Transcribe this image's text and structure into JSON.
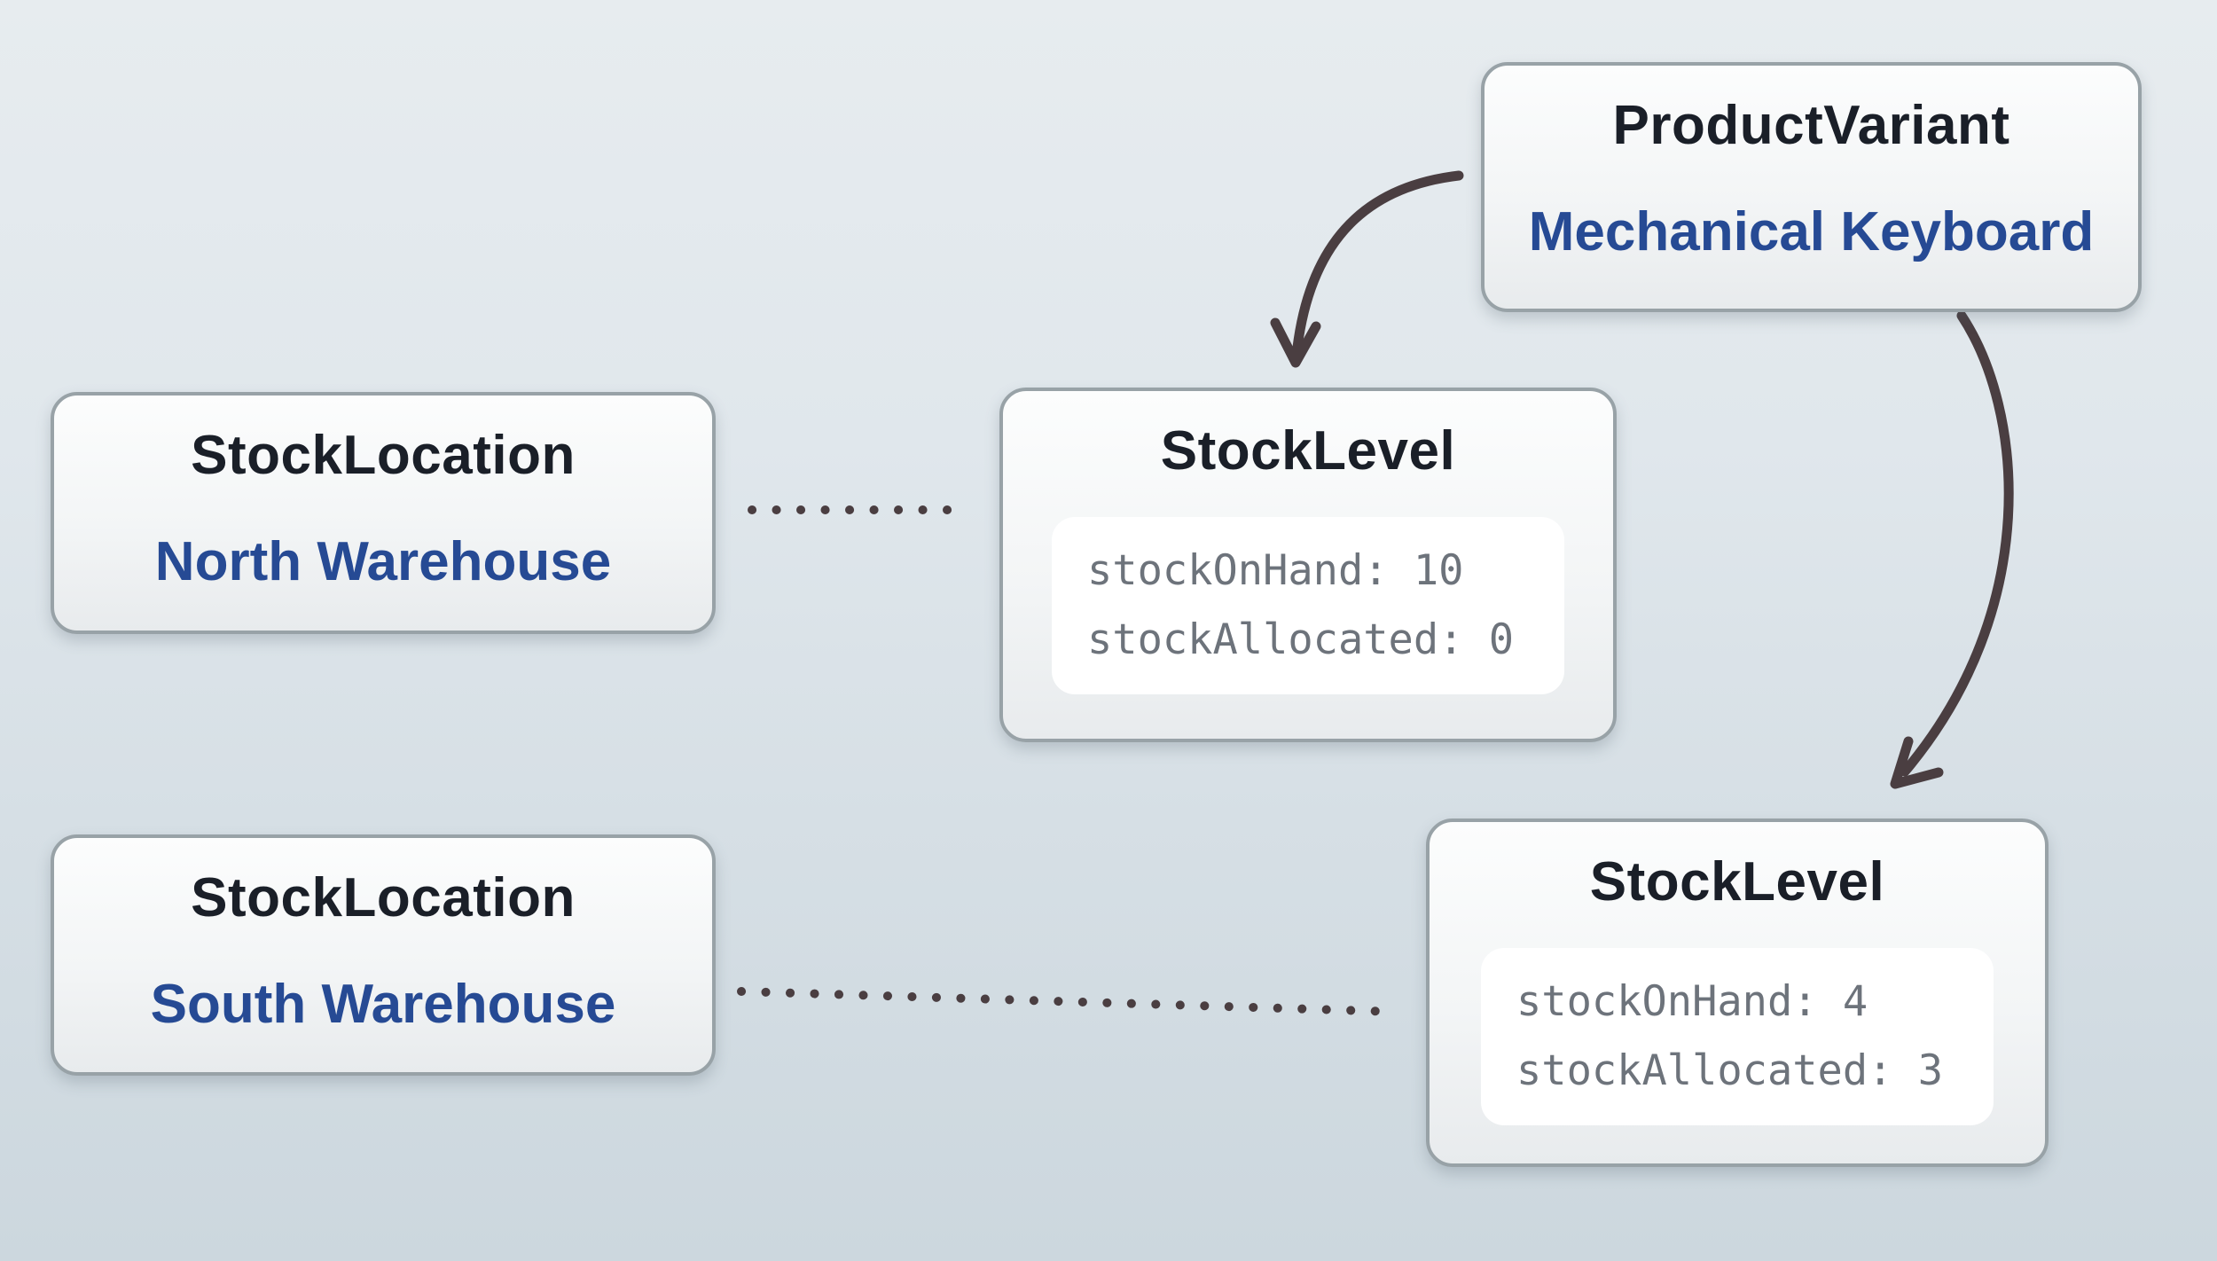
{
  "diagram": {
    "nodes": {
      "product_variant": {
        "type_label": "ProductVariant",
        "name": "Mechanical Keyboard"
      },
      "stock_location_north": {
        "type_label": "StockLocation",
        "name": "North Warehouse"
      },
      "stock_location_south": {
        "type_label": "StockLocation",
        "name": "South Warehouse"
      },
      "stock_level_north": {
        "type_label": "StockLevel",
        "fields": [
          "stockOnHand: 10",
          "stockAllocated: 0"
        ]
      },
      "stock_level_south": {
        "type_label": "StockLevel",
        "fields": [
          "stockOnHand: 4",
          "stockAllocated: 3"
        ]
      }
    },
    "connections": {
      "arrows": [
        {
          "from": "product_variant",
          "to": "stock_level_north"
        },
        {
          "from": "product_variant",
          "to": "stock_level_south"
        }
      ],
      "dotted_links": [
        {
          "from": "stock_location_north",
          "to": "stock_level_north"
        },
        {
          "from": "stock_location_south",
          "to": "stock_level_south"
        }
      ]
    },
    "colors": {
      "background_top": "#e7ecef",
      "background_bottom": "#ccd7de",
      "box_fill_top": "#fcfdfd",
      "box_fill_bottom": "#e8ebed",
      "box_border": "#98a2a7",
      "type_text": "#1a1f28",
      "name_text": "#264a94",
      "field_text": "#6d737b",
      "inner_panel": "#ffffff",
      "connector": "#4a3e41"
    }
  }
}
